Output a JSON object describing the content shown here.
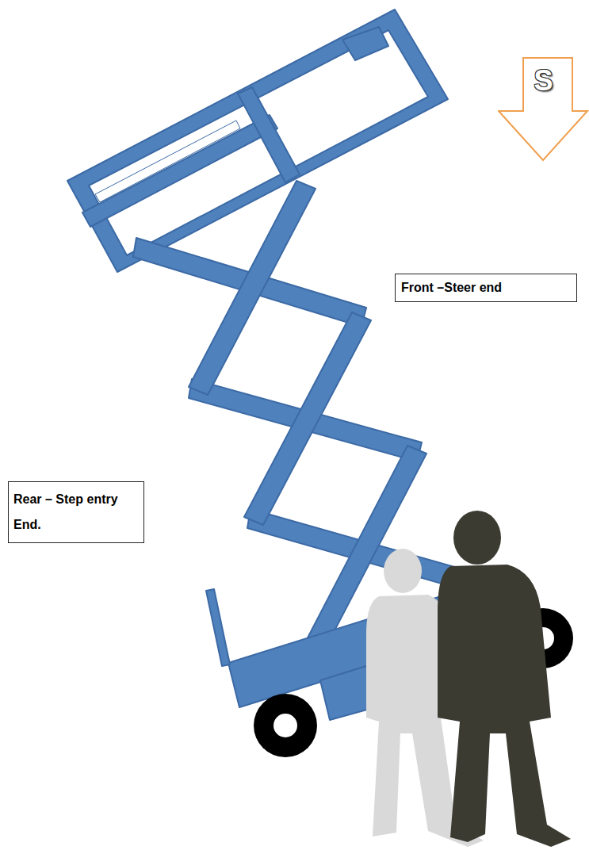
{
  "diagram": {
    "nodes": [
      {
        "text": [
          "S"
        ]
      },
      {
        "text": [
          "Front –Steer end"
        ]
      },
      {
        "text": [
          "Rear – Step entry End."
        ]
      }
    ]
  }
}
